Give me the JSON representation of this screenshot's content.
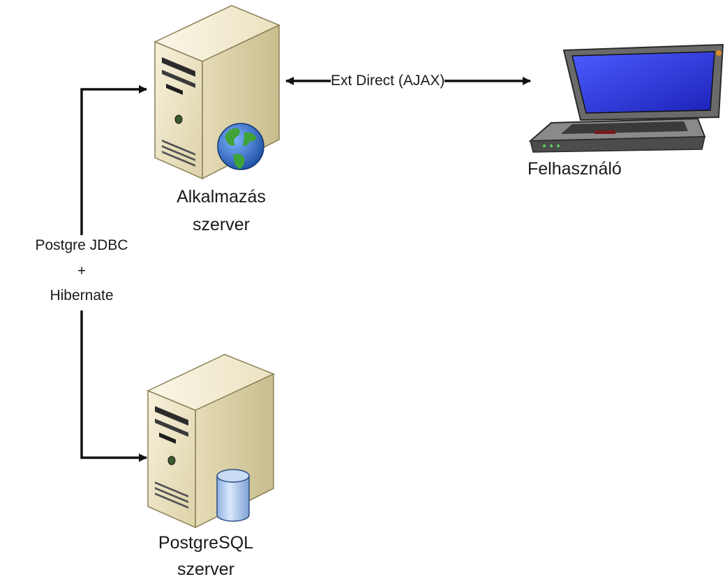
{
  "nodes": {
    "app_server": {
      "label_line1": "Alkalmazás",
      "label_line2": "szerver",
      "icon": "server-globe-icon"
    },
    "db_server": {
      "label_line1": "PostgreSQL",
      "label_line2": "szerver",
      "icon": "server-database-icon"
    },
    "user": {
      "label": "Felhasználó",
      "icon": "laptop-icon"
    }
  },
  "edges": {
    "ajax": {
      "label": "Ext Direct (AJAX)",
      "direction": "bidirectional"
    },
    "jdbc": {
      "label_line1": "Postgre JDBC",
      "label_line2": "+",
      "label_line3": "Hibernate",
      "direction": "to-both-servers"
    }
  },
  "colors": {
    "server_body": "#efe6c6",
    "server_dark": "#2b2b2b",
    "globe_ocean": "#2b6fc4",
    "globe_land": "#3fa33a",
    "laptop_screen": "#2f3fd8",
    "db_cylinder": "#a9c7ee",
    "line": "#111111"
  }
}
